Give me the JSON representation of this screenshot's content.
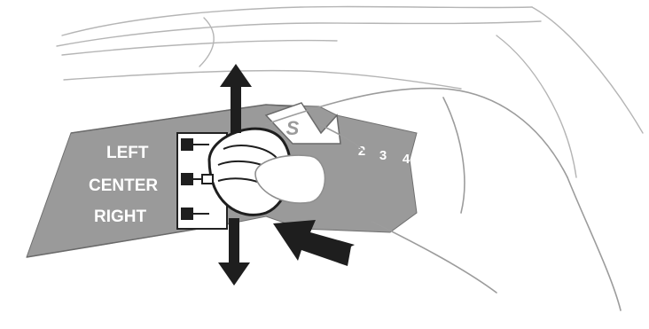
{
  "panel": {
    "labels": {
      "left": "LEFT",
      "center": "CENTER",
      "right": "RIGHT"
    },
    "selector_mark": "S",
    "scale_marks": [
      "2",
      "3",
      "4"
    ]
  },
  "colors": {
    "panel_fill": "#9a9a9a",
    "ink": "#1e1e1e",
    "label_text": "#ffffff",
    "background": "#ffffff"
  },
  "icons": {
    "up_arrow": "double-arrow-up",
    "down_arrow": "double-arrow-down",
    "push_arrow": "push-arrow"
  }
}
